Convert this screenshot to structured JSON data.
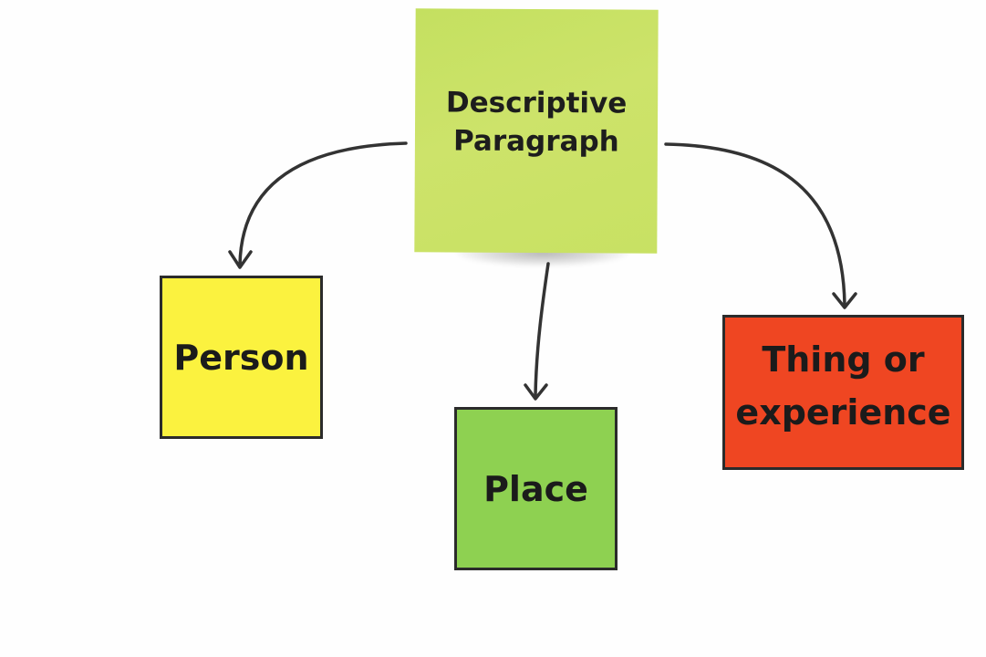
{
  "diagram": {
    "center_note": {
      "line1": "Descriptive",
      "line2": "Paragraph",
      "color": "#c8e163"
    },
    "nodes": {
      "person": {
        "label": "Person",
        "color": "#fbf23f"
      },
      "place": {
        "label": "Place",
        "color": "#8ed151"
      },
      "thing": {
        "line1": "Thing or",
        "line2": "experience",
        "color": "#ef4622"
      }
    },
    "connectors": [
      {
        "from": "Descriptive Paragraph",
        "to": "Person"
      },
      {
        "from": "Descriptive Paragraph",
        "to": "Place"
      },
      {
        "from": "Descriptive Paragraph",
        "to": "Thing or experience"
      }
    ],
    "arrow_color": "#333333"
  }
}
